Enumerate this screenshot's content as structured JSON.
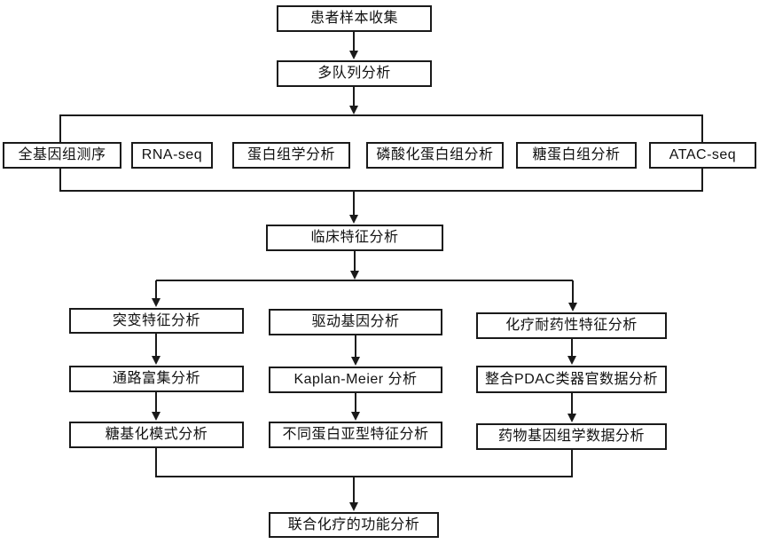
{
  "diagram": {
    "title": "PDAC multi-omics analysis workflow flowchart",
    "background_color": "#ffffff",
    "line_color": "#1a1a1a",
    "box_fill": "#ffffff",
    "nodes": {
      "patient": {
        "label": "患者样本收集"
      },
      "cohort": {
        "label": "多队列分析"
      },
      "omics": [
        {
          "label": "全基因组测序"
        },
        {
          "label": "RNA-seq"
        },
        {
          "label": "蛋白组学分析"
        },
        {
          "label": "磷酸化蛋白组分析"
        },
        {
          "label": "糖蛋白组分析"
        },
        {
          "label": "ATAC-seq"
        }
      ],
      "clinical": {
        "label": "临床特征分析"
      },
      "col_left": [
        {
          "label": "突变特征分析"
        },
        {
          "label": "通路富集分析"
        },
        {
          "label": "糖基化模式分析"
        }
      ],
      "col_mid": [
        {
          "label": "驱动基因分析"
        },
        {
          "label": "Kaplan-Meier 分析"
        },
        {
          "label": "不同蛋白亚型特征分析"
        }
      ],
      "col_right": [
        {
          "label": "化疗耐药性特征分析"
        },
        {
          "label": "整合PDAC类器官数据分析"
        },
        {
          "label": "药物基因组学数据分析"
        }
      ],
      "final": {
        "label": "联合化疗的功能分析"
      }
    }
  }
}
